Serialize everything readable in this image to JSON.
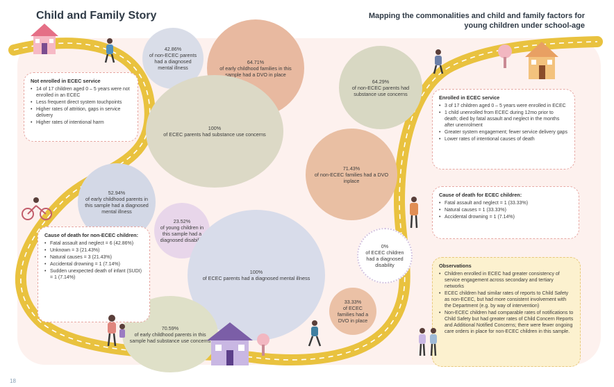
{
  "page": {
    "title": "Child and Family Story",
    "subtitle": "Mapping the commonalities and child and family factors for young children under school-age",
    "page_number": "18"
  },
  "bubbles": [
    {
      "id": "b1",
      "text": "42.86%\nof non-ECEC parents had a diagnosed mental illness",
      "color": "#d9dde8"
    },
    {
      "id": "b2",
      "text": "64.71%\nof early childhood families in this sample had a DVO in place",
      "color": "#e8b9a0"
    },
    {
      "id": "b3",
      "text": "64.29%\nof non-ECEC parents had substance use concerns",
      "color": "#d8d8c3"
    },
    {
      "id": "b4",
      "text": "100%\nof ECEC parents had substance use concerns",
      "color": "#dcd9c6"
    },
    {
      "id": "b5",
      "text": "71.43%\nof non-ECEC families had a DVO inplace",
      "color": "#e9bfa3"
    },
    {
      "id": "b6",
      "text": "52.94%\nof early childhood parents in this sample had a diagnosed mental illness",
      "color": "#d3d8e6"
    },
    {
      "id": "b7",
      "text": "23.52%\nof young children in this sample had a diagnosed disability",
      "color": "#e8d6ea"
    },
    {
      "id": "b8",
      "text": "100%\nof ECEC parents had a diagnosed mental illness",
      "color": "#d8dcea"
    },
    {
      "id": "b9",
      "text": "0%\nof ECEC children had a diagnosed disability",
      "color": "#ffffff"
    },
    {
      "id": "b10",
      "text": "33.33%\nof ECEC families had a DVO in place",
      "color": "#ebc1a6"
    },
    {
      "id": "b11",
      "text": "70.59%\nof early childhood parents in this sample had substance use concerns",
      "color": "#dfe0c8"
    }
  ],
  "cards": {
    "not_enrolled": {
      "heading": "Not enrolled in ECEC service",
      "items": [
        "14 of 17 children aged 0 – 5 years were not enrolled in an ECEC",
        "Less frequent direct system touchpoints",
        "Higher rates of attrition, gaps in service delivery",
        "Higher rates of intentional harm"
      ]
    },
    "enrolled": {
      "heading": "Enrolled in ECEC service",
      "items": [
        "3 of 17 children aged 0 – 5 years were enrolled in ECEC",
        "1 child unenrolled from ECEC during 12mo prior to death; died by fatal assault and neglect in the months after unenrolment",
        "Greater system engagement; fewer service delivery gaps",
        "Lower rates of intentional causes of death"
      ]
    },
    "cause_ecec": {
      "heading": "Cause of death for ECEC children:",
      "items": [
        "Fatal assault and neglect = 1 (33.33%)",
        "Natural causes = 1 (33.33%)",
        "Accidental drowning = 1 (7.14%)"
      ]
    },
    "cause_non_ecec": {
      "heading": "Cause of death for non-ECEC children:",
      "items": [
        "Fatal assault and neglect = 6 (42.86%)",
        "Unknown = 3 (21.43%)",
        "Natural causes = 3 (21.43%)",
        "Accidental drowning = 1 (7.14%)",
        "Sudden unexpected death of infant (SUDI) = 1 (7.14%)"
      ]
    },
    "observations": {
      "heading": "Observations",
      "items": [
        "Children enrolled in ECEC had greater consistency of service engagement across secondary and tertiary networks",
        "ECEC children had similar rates of reports to Child Safety as non-ECEC, but had more consistent involvement with the Department (e.g. by way of intervention)",
        "Non-ECEC children had comparable rates of notifications to Child Safety but had greater rates of Child Concern Reports and Additional Notified Concerns; there were fewer ongoing care orders in place for non-ECEC children in this sample."
      ]
    }
  },
  "icons": {
    "house_topleft": "house-icon",
    "house_topright": "house-icon",
    "house_bottom": "house-icon",
    "person_walking": "person-icon",
    "cyclist": "bicycle-icon"
  },
  "colors": {
    "road": "#e9c23f",
    "road_dash": "#ffffff",
    "card_border": "#e7a8a3",
    "observations_bg": "#fcf1cf",
    "title": "#2f3a46"
  }
}
